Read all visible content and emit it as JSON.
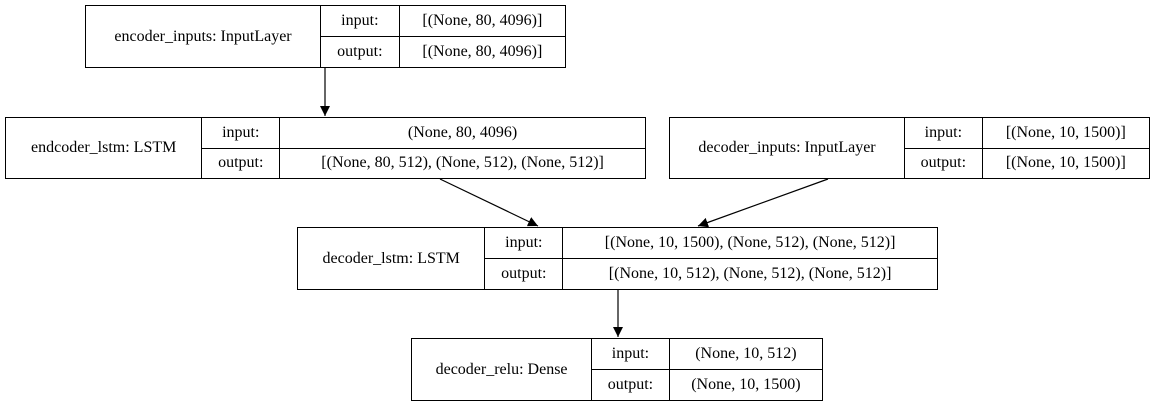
{
  "nodes": {
    "encoder_inputs": {
      "name": "encoder_inputs: InputLayer",
      "input_label": "input:",
      "output_label": "output:",
      "input_value": "[(None, 80, 4096)]",
      "output_value": "[(None, 80, 4096)]"
    },
    "encoder_lstm": {
      "name": "endcoder_lstm: LSTM",
      "input_label": "input:",
      "output_label": "output:",
      "input_value": "(None, 80, 4096)",
      "output_value": "[(None, 80, 512), (None, 512), (None, 512)]"
    },
    "decoder_inputs": {
      "name": "decoder_inputs: InputLayer",
      "input_label": "input:",
      "output_label": "output:",
      "input_value": "[(None, 10, 1500)]",
      "output_value": "[(None, 10, 1500)]"
    },
    "decoder_lstm": {
      "name": "decoder_lstm: LSTM",
      "input_label": "input:",
      "output_label": "output:",
      "input_value": "[(None, 10, 1500), (None, 512), (None, 512)]",
      "output_value": "[(None, 10, 512), (None, 512), (None, 512)]"
    },
    "decoder_relu": {
      "name": "decoder_relu: Dense",
      "input_label": "input:",
      "output_label": "output:",
      "input_value": "(None, 10, 512)",
      "output_value": "(None, 10, 1500)"
    }
  },
  "edges": [
    {
      "from": "encoder_inputs",
      "to": "encoder_lstm"
    },
    {
      "from": "encoder_lstm",
      "to": "decoder_lstm"
    },
    {
      "from": "decoder_inputs",
      "to": "decoder_lstm"
    },
    {
      "from": "decoder_lstm",
      "to": "decoder_relu"
    }
  ],
  "colors": {
    "line": "#000000",
    "background": "#ffffff"
  }
}
